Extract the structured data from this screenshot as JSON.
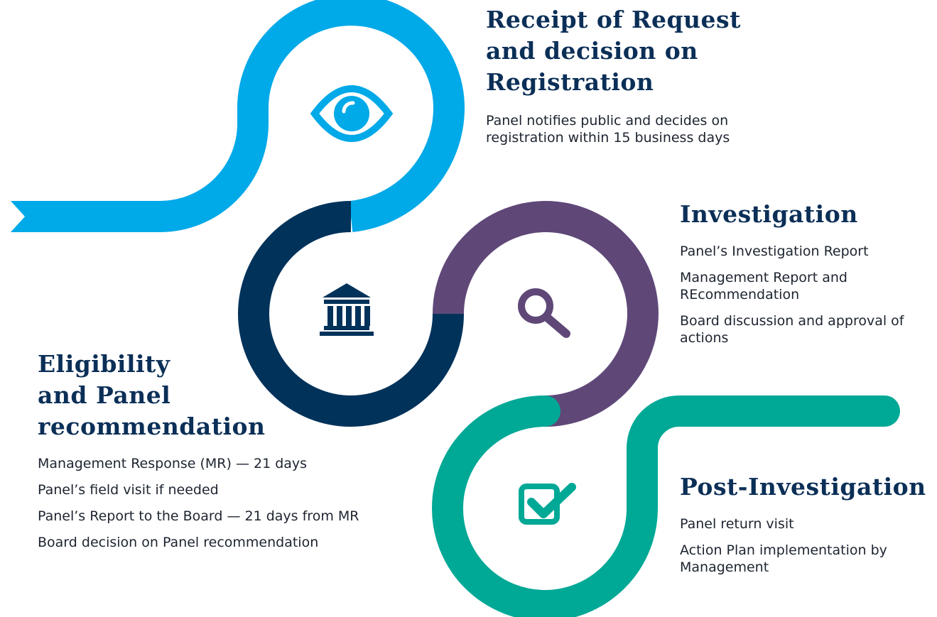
{
  "colors": {
    "receipt": "#00a9e8",
    "eligibility": "#00325a",
    "investigation": "#5f4878",
    "post_investigation": "#00a896",
    "heading": "#0b2f57",
    "body_text": "#1d2430"
  },
  "stages": {
    "receipt": {
      "icon": "eye-icon",
      "title_lines": [
        "Receipt of Request",
        "and decision on",
        "Registration"
      ],
      "items": [
        "Panel notifies public and decides on registration within 15 business days"
      ]
    },
    "investigation": {
      "icon": "magnifier-icon",
      "title_lines": [
        "Investigation"
      ],
      "items": [
        "Panel’s Investigation Report",
        "Management Report and REcommendation",
        "Board discussion and approval of actions"
      ]
    },
    "eligibility": {
      "icon": "institution-icon",
      "title_lines": [
        "Eligibility",
        "and Panel",
        "recommendation"
      ],
      "items": [
        "Management Response (MR) — 21 days",
        "Panel’s field visit if needed",
        "Panel’s Report to the Board — 21 days from MR",
        "Board decision on Panel recommendation"
      ]
    },
    "post_investigation": {
      "icon": "checkbox-icon",
      "title_lines": [
        "Post-Investigation"
      ],
      "items": [
        "Panel return visit",
        "Action Plan implementation by Management"
      ]
    }
  }
}
